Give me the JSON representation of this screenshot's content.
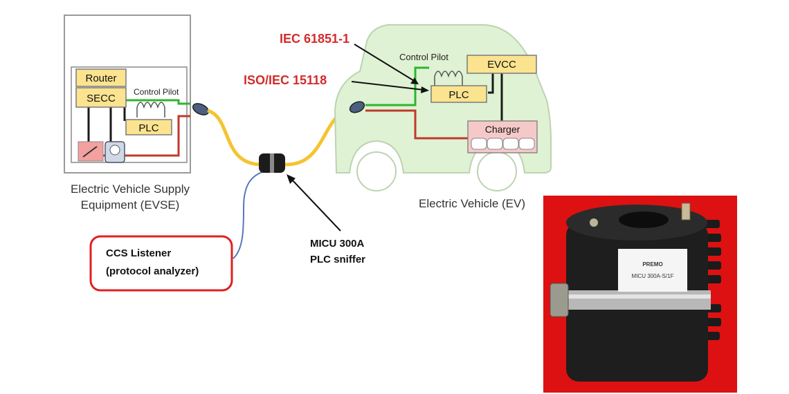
{
  "evse": {
    "router_label": "Router",
    "secc_label": "SECC",
    "control_pilot_label": "Control Pilot",
    "plc_label": "PLC",
    "caption_line1": "Electric Vehicle Supply",
    "caption_line2": "Equipment (EVSE)"
  },
  "ev": {
    "control_pilot_label": "Control Pilot",
    "evcc_label": "EVCC",
    "plc_label": "PLC",
    "charger_label": "Charger",
    "caption": "Electric Vehicle (EV)"
  },
  "standards": {
    "iec_label": "IEC 61851-1",
    "iso_label": "ISO/IEC 15118"
  },
  "sniffer": {
    "label_line1": "MICU 300A",
    "label_line2": "PLC sniffer"
  },
  "listener": {
    "label_line1": "CCS Listener",
    "label_line2": "(protocol analyzer)"
  },
  "product_photo": {
    "brand_text": "PREMO",
    "model_text": "MICU 300A-S/1F"
  },
  "colors": {
    "box_fill": "#fbe38f",
    "box_stroke": "#7a7a7a",
    "car_fill": "#dff2d4",
    "cable_yellow": "#f4c430",
    "wire_green": "#2db52d",
    "wire_red": "#c0392b",
    "wire_black": "#1a1a1a",
    "standards_red": "#d42b2b",
    "listener_border": "#e02020",
    "blue_cable": "#5577bb",
    "photo_bg": "#dd1111"
  }
}
